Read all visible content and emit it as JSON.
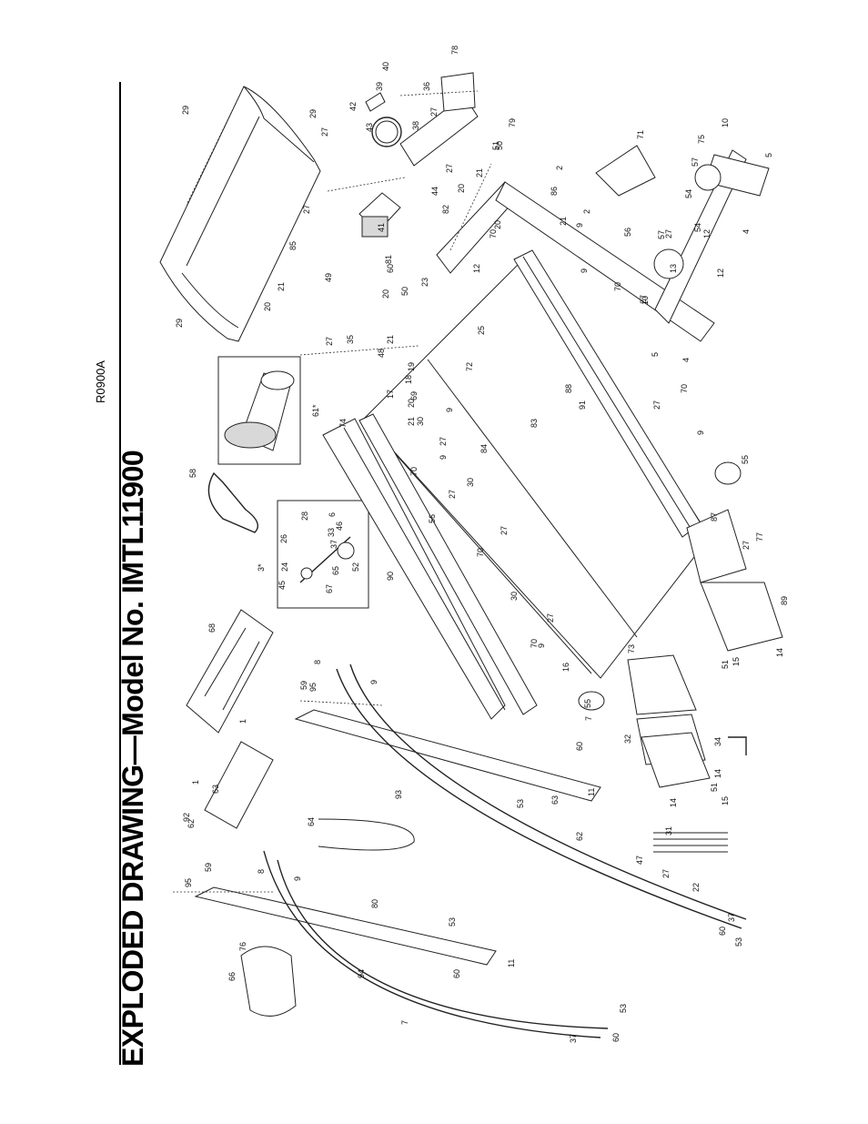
{
  "header": {
    "title": "EXPLODED DRAWING—Model No. IMTL11900",
    "drawing_code": "R0900A"
  },
  "part_labels": [
    "1",
    "2",
    "3*",
    "4",
    "5",
    "6",
    "7",
    "8",
    "9",
    "10",
    "11",
    "12",
    "13",
    "14",
    "15",
    "16",
    "17",
    "18",
    "19",
    "20",
    "21",
    "22",
    "23",
    "24",
    "25",
    "26",
    "27",
    "28",
    "29",
    "30",
    "31",
    "32",
    "33",
    "34",
    "35",
    "36",
    "37",
    "38",
    "39",
    "40",
    "41",
    "42",
    "43",
    "44",
    "45",
    "46",
    "47",
    "48",
    "49",
    "50",
    "51",
    "52",
    "53",
    "54",
    "55",
    "56",
    "57",
    "58",
    "59",
    "60",
    "61*",
    "62",
    "63",
    "64",
    "65",
    "66",
    "67",
    "68",
    "69",
    "70",
    "71",
    "72",
    "73",
    "74",
    "75",
    "76",
    "77",
    "78",
    "79",
    "80",
    "81",
    "82",
    "83",
    "84",
    "85",
    "86",
    "87",
    "88",
    "89",
    "90",
    "91",
    "92",
    "93",
    "94",
    "95"
  ]
}
